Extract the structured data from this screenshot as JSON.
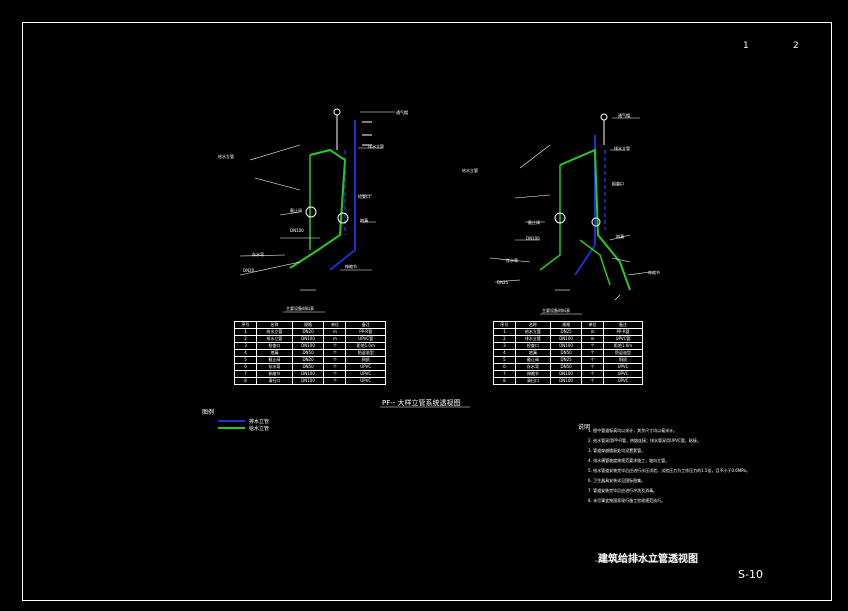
{
  "sheet_number": "S-10",
  "page_marks": [
    "1",
    "2"
  ],
  "drawing_title": "建筑给排水立管透视图",
  "section_caption": "PF-- 大样立管系统透视图",
  "legend": {
    "title": "图例",
    "items": [
      {
        "label": "排水立管",
        "color": "#1f2fd6"
      },
      {
        "label": "给水立管",
        "color": "#22cc22"
      }
    ]
  },
  "notes": {
    "title": "说明",
    "items": [
      "1. 图中管道标高均以米计，其余尺寸均以毫米计。",
      "2. 给水管采用PP-R管，热熔连接；排水管采用UPVC管，粘接。",
      "3. 管道穿越楼板处均设置套管。",
      "4. 排水横管坡度按规范要求施工，坡向立管。",
      "5. 给水管道安装完毕后应进行水压试验，试验压力为工作压力的1.5倍，且不小于0.6MPa。",
      "6. 卫生器具安装详见国标图集。",
      "7. 管道安装完毕后应进行冲洗及消毒。",
      "8. 未尽事宜按国家现行施工验收规范执行。"
    ]
  },
  "tables": [
    {
      "header_label": "主要设备材料表",
      "columns": [
        "序号",
        "名称",
        "规格",
        "单位",
        "备注"
      ],
      "rows": [
        [
          "1",
          "给水立管",
          "DN20",
          "m",
          "PP-R管"
        ],
        [
          "2",
          "排水立管",
          "DN100",
          "m",
          "UPVC管"
        ],
        [
          "3",
          "检查口",
          "DN100",
          "个",
          "距地1.0m"
        ],
        [
          "4",
          "地漏",
          "DN50",
          "个",
          "防返溢型"
        ],
        [
          "5",
          "截止阀",
          "DN20",
          "个",
          "铜质"
        ],
        [
          "6",
          "存水弯",
          "DN50",
          "个",
          "UPVC"
        ],
        [
          "7",
          "伸缩节",
          "DN100",
          "个",
          "UPVC"
        ],
        [
          "8",
          "清扫口",
          "DN100",
          "个",
          "UPVC"
        ]
      ]
    },
    {
      "header_label": "主要设备材料表",
      "columns": [
        "序号",
        "名称",
        "规格",
        "单位",
        "备注"
      ],
      "rows": [
        [
          "1",
          "给水立管",
          "DN25",
          "m",
          "PP-R管"
        ],
        [
          "2",
          "排水立管",
          "DN100",
          "m",
          "UPVC管"
        ],
        [
          "3",
          "检查口",
          "DN100",
          "个",
          "距地1.0m"
        ],
        [
          "4",
          "地漏",
          "DN50",
          "个",
          "防返溢型"
        ],
        [
          "5",
          "截止阀",
          "DN25",
          "个",
          "铜质"
        ],
        [
          "6",
          "存水弯",
          "DN50",
          "个",
          "UPVC"
        ],
        [
          "7",
          "伸缩节",
          "DN100",
          "个",
          "UPVC"
        ],
        [
          "8",
          "清扫口",
          "DN100",
          "个",
          "UPVC"
        ]
      ]
    }
  ],
  "diagram_labels": {
    "left": [
      "通气帽",
      "给水立管",
      "排水立管",
      "检查口",
      "截止阀",
      "地漏",
      "存水弯",
      "伸缩节",
      "DN100",
      "DN20"
    ],
    "right": [
      "通气帽",
      "给水立管",
      "排水立管",
      "检查口",
      "截止阀",
      "地漏",
      "存水弯",
      "伸缩节",
      "DN100",
      "DN25"
    ]
  },
  "colors": {
    "drain": "#1f2fd6",
    "supply": "#22cc22",
    "line": "#ffffff"
  }
}
